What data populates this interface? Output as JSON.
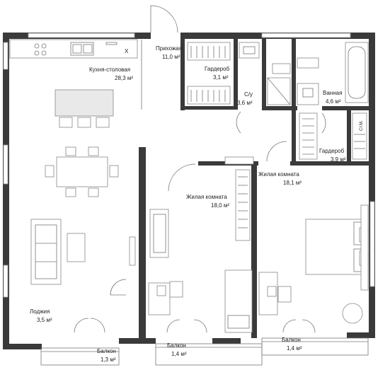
{
  "unit": "м²",
  "rooms": [
    {
      "id": "kitchen",
      "name": "Кухня-столовая",
      "area": "28,3"
    },
    {
      "id": "hall",
      "name": "Прихожая",
      "area": "11,0"
    },
    {
      "id": "wardrobe1",
      "name": "Гардероб",
      "area": "3,1"
    },
    {
      "id": "wc",
      "name": "С/у",
      "area": "3,6"
    },
    {
      "id": "bath",
      "name": "Ванная",
      "area": "4,6"
    },
    {
      "id": "wardrobe2",
      "name": "Гардероб",
      "area": "3,9"
    },
    {
      "id": "living1",
      "name": "Жилая комната",
      "area": "18,1"
    },
    {
      "id": "living2",
      "name": "Жилая комната",
      "area": "18,0"
    },
    {
      "id": "loggia",
      "name": "Лоджия",
      "area": "3,5"
    },
    {
      "id": "balcony1",
      "name": "Балкон",
      "area": "1,3"
    },
    {
      "id": "balcony2",
      "name": "Балкон",
      "area": "1,4"
    },
    {
      "id": "balcony3",
      "name": "Балкон",
      "area": "1,4"
    }
  ],
  "labels": {
    "stove_mark": "X",
    "closet_mark": "Ст.М."
  },
  "colors": {
    "wall": "#3a3a3a",
    "furniture_stroke": "#888888",
    "background": "#ffffff"
  }
}
